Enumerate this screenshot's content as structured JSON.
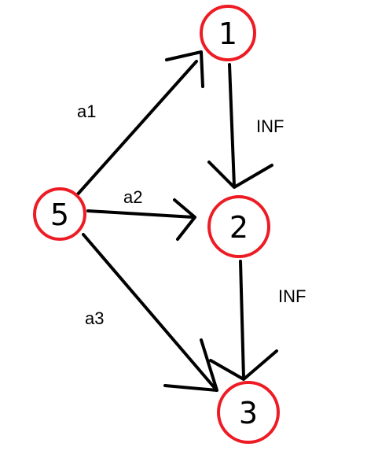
{
  "colors": {
    "node_border": "#ed1c24",
    "edge": "#000000",
    "text": "#000000",
    "background": "#ffffff"
  },
  "nodes": [
    {
      "id": "n1",
      "label": "1"
    },
    {
      "id": "n2",
      "label": "2"
    },
    {
      "id": "n3",
      "label": "3"
    },
    {
      "id": "n5",
      "label": "5"
    }
  ],
  "edges": [
    {
      "from": "5",
      "to": "1",
      "label": "a1"
    },
    {
      "from": "5",
      "to": "2",
      "label": "a2"
    },
    {
      "from": "5",
      "to": "3",
      "label": "a3"
    },
    {
      "from": "1",
      "to": "2",
      "label": "INF"
    },
    {
      "from": "2",
      "to": "3",
      "label": "INF"
    }
  ]
}
